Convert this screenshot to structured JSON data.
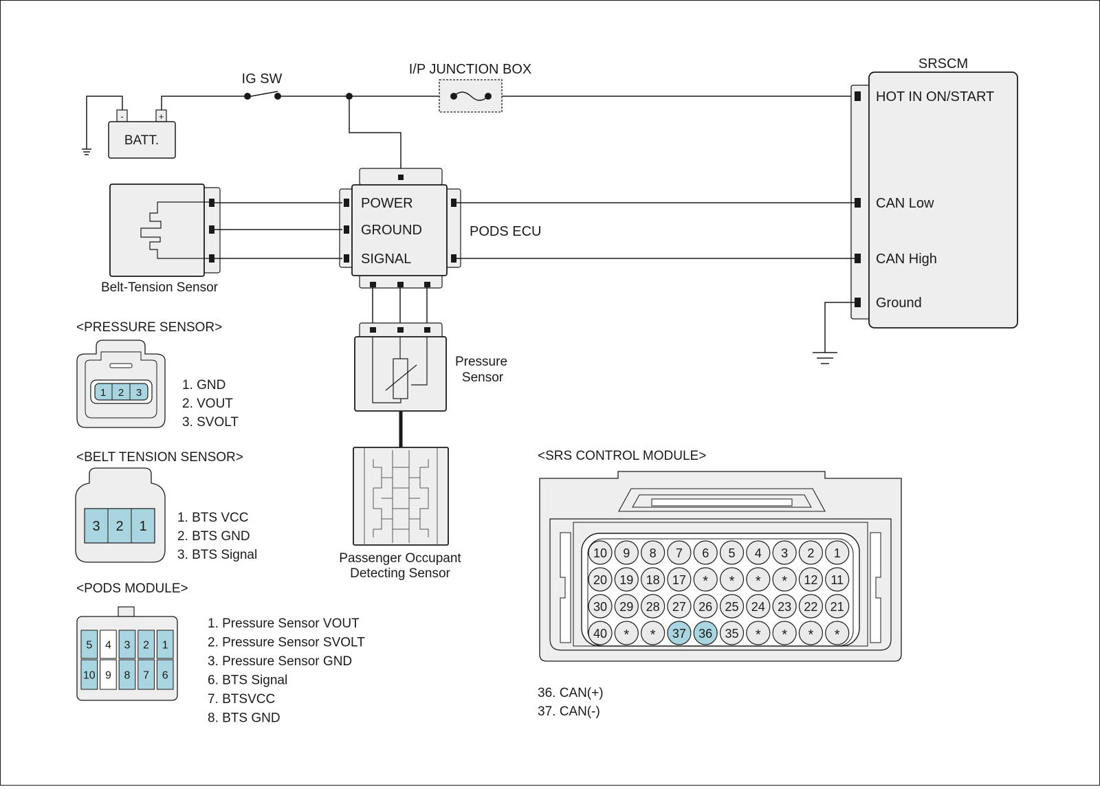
{
  "colors": {
    "line": "#1a1a1a",
    "box_fill": "#eeeeee",
    "pin_highlight": "#a8d5df",
    "pin_plain": "#eaeaea",
    "background": "#ffffff"
  },
  "top": {
    "ig_sw": "IG SW",
    "junction_box": "I/P JUNCTION BOX",
    "battery": "BATT.",
    "battery_minus": "-",
    "battery_plus": "+",
    "srscm_title": "SRSCM",
    "srscm_pins": [
      "HOT IN ON/START",
      "CAN Low",
      "CAN High",
      "Ground"
    ],
    "pods_pins": [
      "POWER",
      "GROUND",
      "SIGNAL"
    ],
    "pods_ecu": "PODS ECU",
    "belt_tension_sensor": "Belt-Tension Sensor",
    "pressure_sensor_line1": "Pressure",
    "pressure_sensor_line2": "Sensor",
    "occupant_line1": "Passenger Occupant",
    "occupant_line2": "Detecting Sensor"
  },
  "pressure_sensor_conn": {
    "title": "<PRESSURE SENSOR>",
    "pins": [
      "1",
      "2",
      "3"
    ],
    "legend": [
      "1. GND",
      "2. VOUT",
      "3. SVOLT"
    ]
  },
  "belt_tension_conn": {
    "title": "<BELT TENSION SENSOR>",
    "pins": [
      "3",
      "2",
      "1"
    ],
    "legend": [
      "1. BTS VCC",
      "2. BTS GND",
      "3. BTS Signal"
    ]
  },
  "pods_module_conn": {
    "title": "<PODS MODULE>",
    "top_pins": [
      "5",
      "4",
      "3",
      "2",
      "1"
    ],
    "bottom_pins": [
      "10",
      "9",
      "8",
      "7",
      "6"
    ],
    "legend": [
      "1. Pressure Sensor VOUT",
      "2. Pressure Sensor SVOLT",
      "3. Pressure Sensor GND",
      "6. BTS Signal",
      "7. BTSVCC",
      "8. BTS GND"
    ]
  },
  "srs_module_conn": {
    "title": "<SRS CONTROL MODULE>",
    "rows": [
      [
        "10",
        "9",
        "8",
        "7",
        "6",
        "5",
        "4",
        "3",
        "2",
        "1"
      ],
      [
        "20",
        "19",
        "18",
        "17",
        "*",
        "*",
        "*",
        "*",
        "12",
        "11"
      ],
      [
        "30",
        "29",
        "28",
        "27",
        "26",
        "25",
        "24",
        "23",
        "22",
        "21"
      ],
      [
        "40",
        "*",
        "*",
        "37",
        "36",
        "35",
        "*",
        "*",
        "*",
        "*"
      ]
    ],
    "highlighted": [
      "37",
      "36"
    ],
    "legend": [
      "36. CAN(+)",
      "37. CAN(-)"
    ]
  }
}
